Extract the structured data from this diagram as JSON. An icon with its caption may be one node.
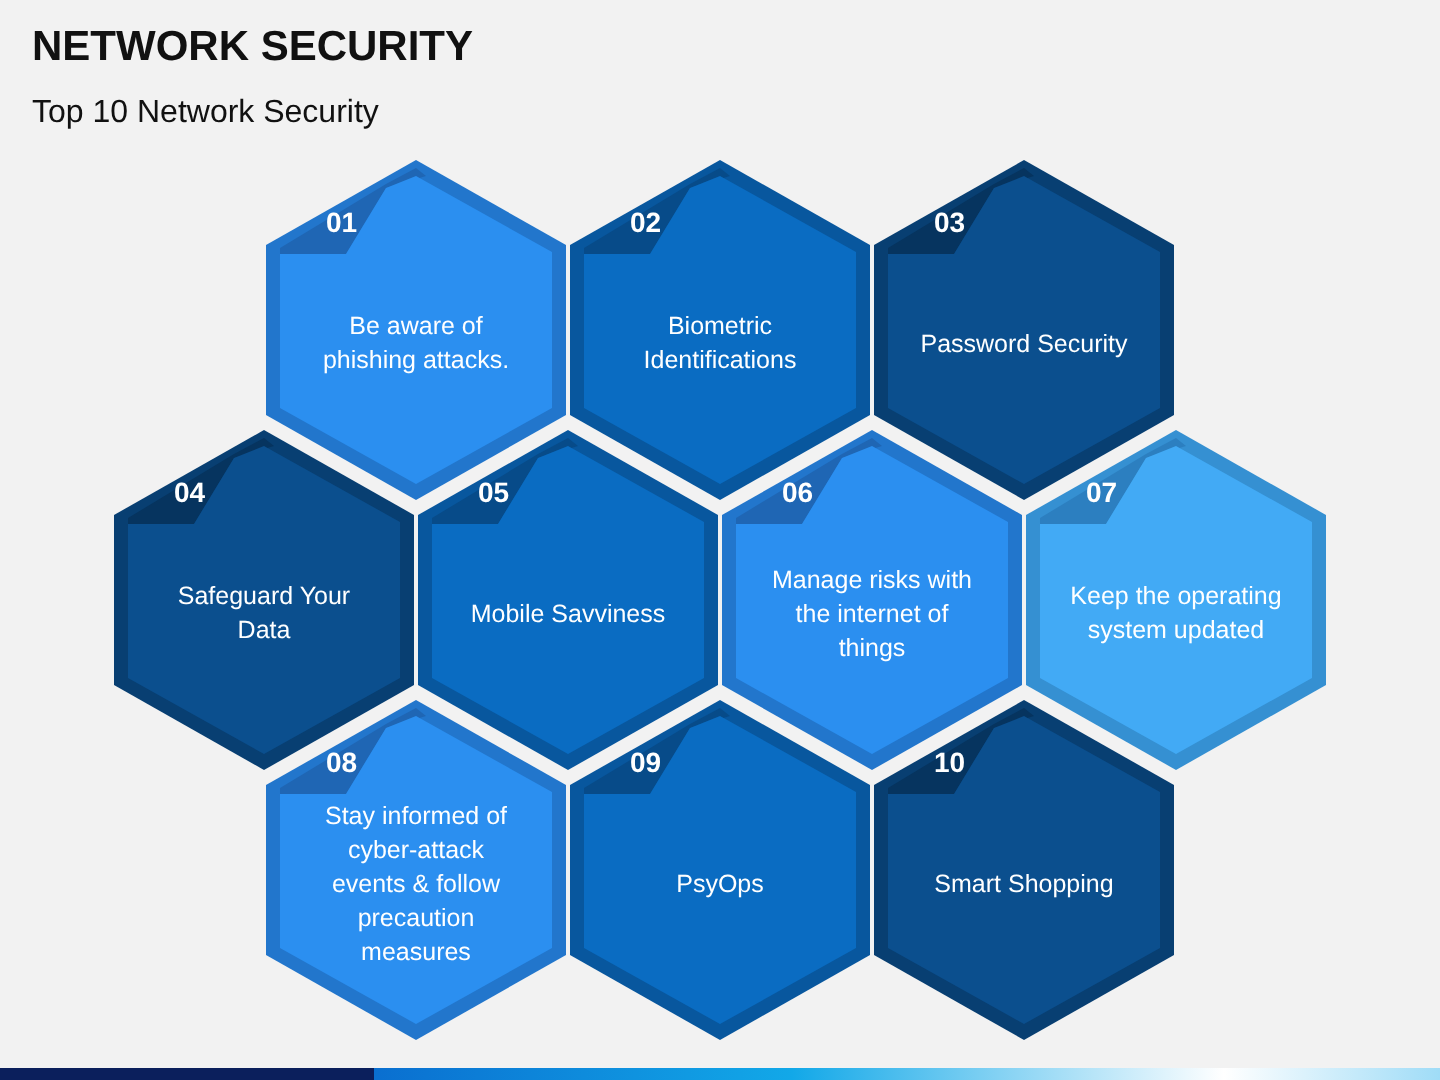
{
  "diagram": {
    "title": "NETWORK SECURITY",
    "caption": "Top 10 Network Security",
    "nodes": [
      {
        "text": [
          "01",
          "Be aware of phishing attacks."
        ]
      },
      {
        "text": [
          "02",
          "Biometric Identifications"
        ]
      },
      {
        "text": [
          "03",
          "Password Security"
        ]
      },
      {
        "text": [
          "04",
          "Safeguard Your Data"
        ]
      },
      {
        "text": [
          "05",
          "Mobile Savviness"
        ]
      },
      {
        "text": [
          "06",
          "Manage risks with the internet of things"
        ]
      },
      {
        "text": [
          "07",
          "Keep the operating system updated"
        ]
      },
      {
        "text": [
          "08",
          "Stay informed of cyber-attack events & follow precaution measures"
        ]
      },
      {
        "text": [
          "09",
          "PsyOps"
        ]
      },
      {
        "text": [
          "10",
          "Smart Shopping"
        ]
      }
    ]
  }
}
